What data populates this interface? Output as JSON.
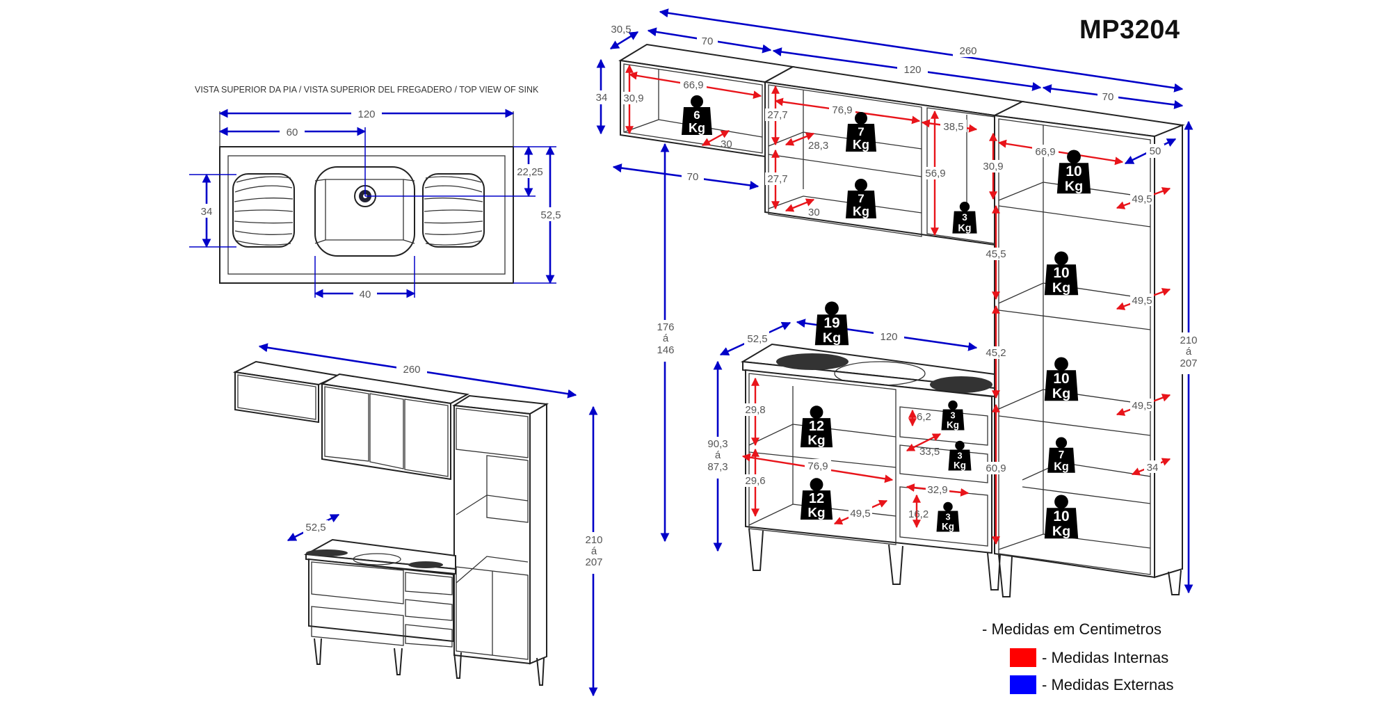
{
  "model_code": "MP3204",
  "sink_top_view": {
    "title": "VISTA SUPERIOR DA PIA / VISTA SUPERIOR DEL FREGADERO / TOP VIEW OF SINK",
    "dims": {
      "width": "120",
      "to_drain_center": "60",
      "basin_width": "40",
      "drainer_depth": "34",
      "drain_from_back": "22,25",
      "depth": "52,5"
    }
  },
  "perspective_view": {
    "dims": {
      "total_width": "260",
      "sink_depth": "52,5",
      "total_height_line1": "210",
      "total_height_line2": "á",
      "total_height_line3": "207"
    }
  },
  "technical_view": {
    "external_dims": {
      "total_width": "260",
      "upper_depth": "30,5",
      "upper_left_width": "70",
      "upper_mid_width": "120",
      "tower_width": "70",
      "upper_height": "34",
      "upper_left_bottom_width": "70",
      "upper_mount_height_line1": "176",
      "upper_mount_height_line2": "á",
      "upper_mount_height_line3": "146",
      "sink_depth": "52,5",
      "sink_width": "120",
      "base_height_line1": "90,3",
      "base_height_line2": "á",
      "base_height_line3": "87,3",
      "tower_depth": "50",
      "tower_height_line1": "210",
      "tower_height_line2": "á",
      "tower_height_line3": "207"
    },
    "internal_dims": {
      "ul_width": "66,9",
      "ul_height": "30,9",
      "ul_depth": "30",
      "um_width": "76,9",
      "um_h_top": "27,7",
      "um_h_bottom": "27,7",
      "um_depth_top": "28,3",
      "um_depth_bottom": "30",
      "um_right_width": "38,5",
      "um_right_height": "56,9",
      "tw_width": "66,9",
      "tw_h_top": "30,9",
      "tw_h_2": "45,5",
      "tw_h_3": "45,2",
      "tw_h_4": "60,9",
      "tw_d_1": "49,5",
      "tw_d_2": "49,5",
      "tw_d_3": "49,5",
      "tw_d_4": "34",
      "base_h_top": "29,8",
      "base_h_bottom": "29,6",
      "base_width": "76,9",
      "base_depth": "49,5",
      "drawer_h_top": "6,2",
      "drawer_depth": "33,5",
      "drawer_w_bottom": "32,9",
      "drawer_h_bottom": "16,2"
    },
    "load_weights": [
      {
        "value": "6",
        "unit": "Kg"
      },
      {
        "value": "7",
        "unit": "Kg"
      },
      {
        "value": "7",
        "unit": "Kg"
      },
      {
        "value": "3",
        "unit": "Kg"
      },
      {
        "value": "10",
        "unit": "Kg"
      },
      {
        "value": "10",
        "unit": "Kg"
      },
      {
        "value": "10",
        "unit": "Kg"
      },
      {
        "value": "7",
        "unit": "Kg"
      },
      {
        "value": "10",
        "unit": "Kg"
      },
      {
        "value": "19",
        "unit": "Kg"
      },
      {
        "value": "12",
        "unit": "Kg"
      },
      {
        "value": "12",
        "unit": "Kg"
      },
      {
        "value": "3",
        "unit": "Kg"
      },
      {
        "value": "3",
        "unit": "Kg"
      },
      {
        "value": "3",
        "unit": "Kg"
      }
    ]
  },
  "legend": {
    "units_note": "- Medidas em Centimetros",
    "items": [
      {
        "label": "- Medidas Internas",
        "color": "#ff0000"
      },
      {
        "label": "- Medidas Externas",
        "color": "#0000ff"
      }
    ]
  }
}
